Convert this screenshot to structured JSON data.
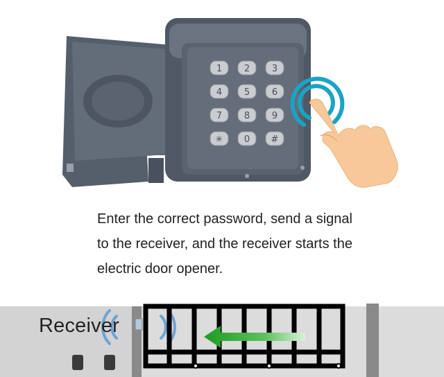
{
  "keypad": {
    "keys": [
      "1",
      "2",
      "3",
      "4",
      "5",
      "6",
      "7",
      "8",
      "9",
      "✳",
      "0",
      "#"
    ],
    "colors": {
      "housing": "#5a6370",
      "housing_dark": "#4a535e",
      "key": "#c9ccd0",
      "signal": "#1aa3c4",
      "hand": "#f7c99a"
    },
    "icons": [
      "keypad-device",
      "hand-pointer-icon",
      "touch-signal-icon"
    ]
  },
  "caption": {
    "line1": "Enter the correct password, send a signal",
    "line2": "to the receiver, and the receiver starts the",
    "line3": "electric door opener."
  },
  "gate": {
    "receiver_label": "Receiver",
    "colors": {
      "wall": "#d3d3d3",
      "gate_frame": "#000000",
      "arrow": "#23a12a",
      "post": "#8a8a8a",
      "signal": "#5b9bd5"
    },
    "icons": [
      "wireless-signal-icon",
      "left-arrow-icon",
      "sliding-gate"
    ]
  }
}
